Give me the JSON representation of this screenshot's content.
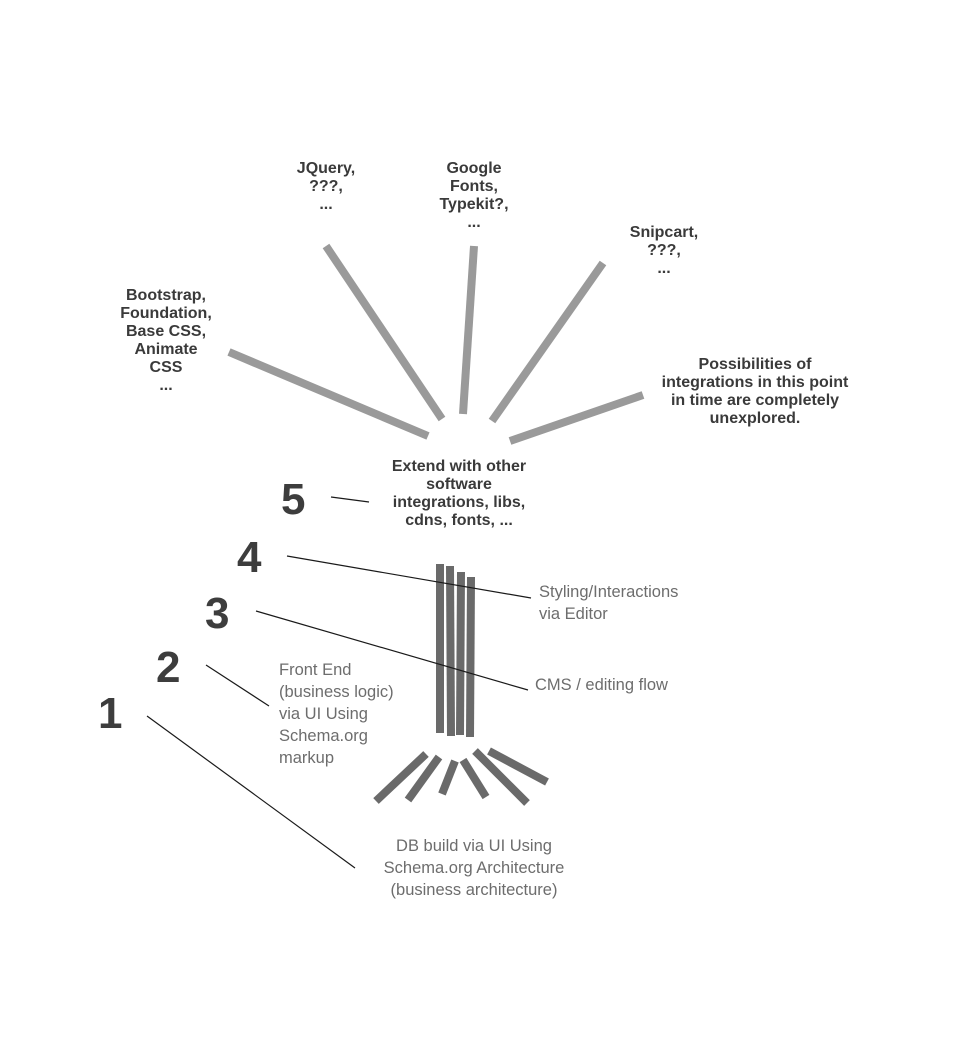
{
  "numbers": {
    "n1": "1",
    "n2": "2",
    "n3": "3",
    "n4": "4",
    "n5": "5"
  },
  "labels": {
    "jquery": "JQuery,\n???,\n...",
    "google": "Google\nFonts,\nTypekit?,\n...",
    "snipcart": "Snipcart,\n???,\n...",
    "bootstrap": "Bootstrap,\nFoundation,\nBase CSS,\nAnimate\nCSS\n...",
    "possibilities": "Possibilities of\nintegrations in this point\nin time are completely\nunexplored.",
    "extend": "Extend with other\nsoftware\nintegrations, libs,\ncdns, fonts, ...",
    "styling": "Styling/Interactions\nvia Editor",
    "cms": "CMS / editing flow",
    "frontend": "Front End\n(business logic)\nvia UI Using\nSchema.org\nmarkup",
    "db": "DB build via UI Using\nSchema.org Architecture\n(business architecture)"
  },
  "colors": {
    "branch": "#9a9a9a",
    "trunk": "#6a6a6a",
    "root": "#6a6a6a",
    "connector": "#1a1a1a"
  }
}
